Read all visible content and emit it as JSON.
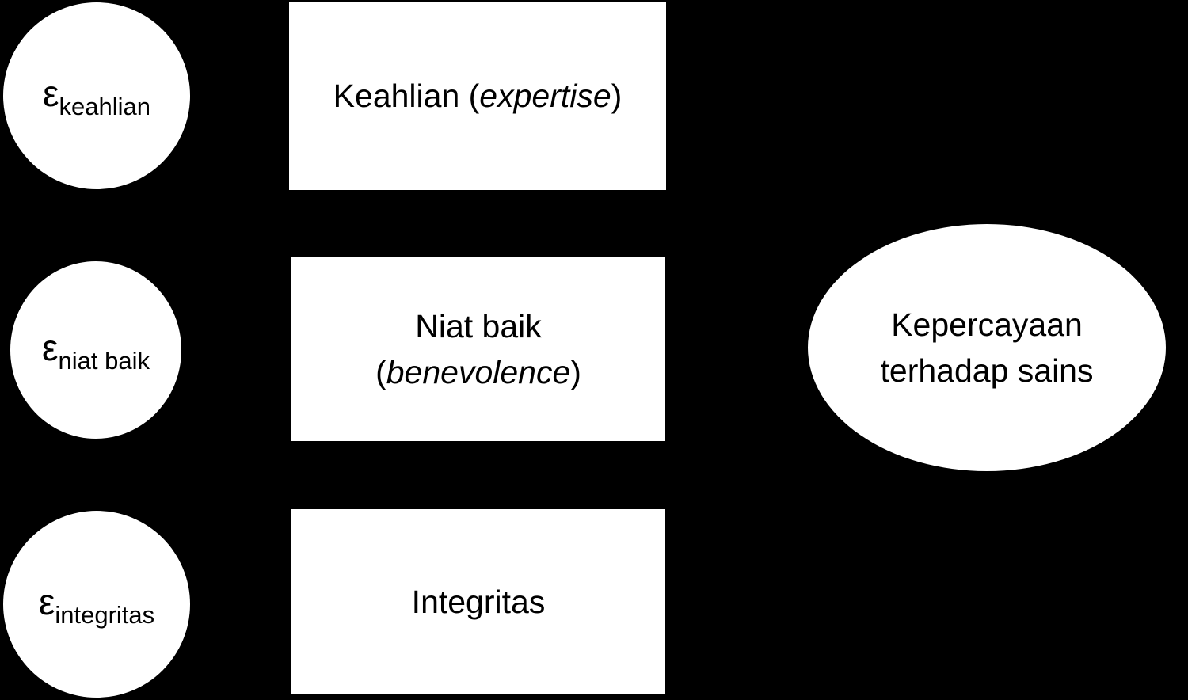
{
  "diagram": {
    "colors": {
      "background": "#000000",
      "shape_fill": "#ffffff",
      "text": "#000000"
    },
    "error_terms": [
      {
        "symbol": "ε",
        "subscript": "keahlian"
      },
      {
        "symbol": "ε",
        "subscript": "niat baik"
      },
      {
        "symbol": "ε",
        "subscript": "integritas"
      }
    ],
    "indicators": [
      {
        "prefix": "Keahlian (",
        "italic": "expertise",
        "suffix": ")"
      },
      {
        "line1": "Niat baik",
        "line2_prefix": "(",
        "line2_italic": "benevolence",
        "line2_suffix": ")"
      },
      {
        "label": "Integritas"
      }
    ],
    "latent_variable": {
      "line1": "Kepercayaan",
      "line2": "terhadap sains"
    }
  }
}
